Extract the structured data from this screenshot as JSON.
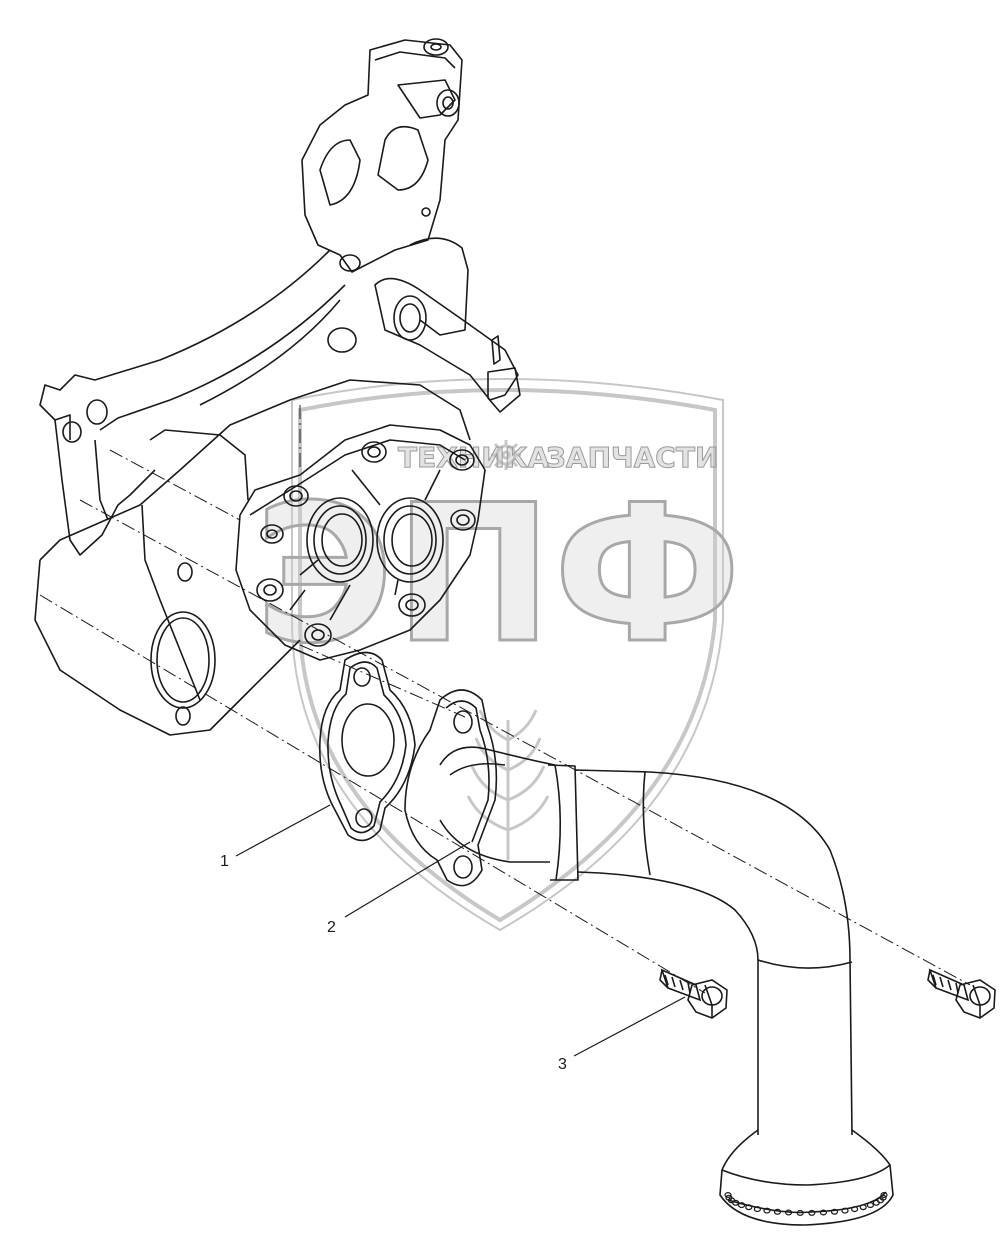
{
  "callouts": [
    {
      "label": "1"
    },
    {
      "label": "2"
    },
    {
      "label": "3"
    }
  ],
  "watermark": {
    "top_left": "ТЕХНИКА",
    "top_right": "ЗАПЧАСТИ",
    "logo": "ЭПФ"
  },
  "colors": {
    "line": "#1a1a1a",
    "watermark": "#b0b0b0",
    "background": "#ffffff"
  }
}
